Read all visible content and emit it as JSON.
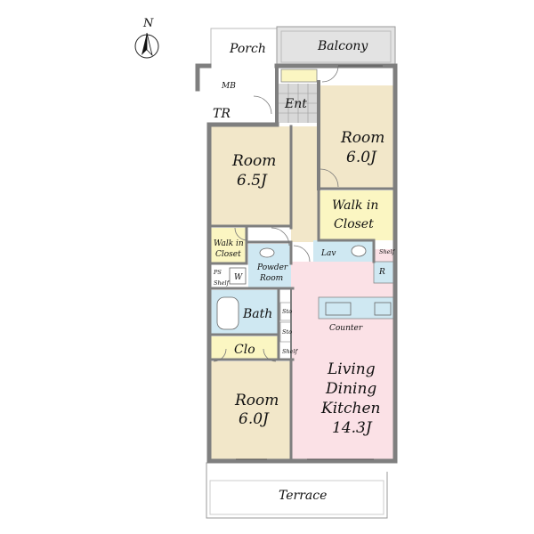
{
  "compass": {
    "letter": "N"
  },
  "labels": {
    "porch": "Porch",
    "balcony": "Balcony",
    "mb": "MB",
    "tr": "TR",
    "ent": "Ent",
    "room_ne": "Room",
    "room_ne_size": "6.0J",
    "room_w": "Room",
    "room_w_size": "6.5J",
    "wic_large_1": "Walk in",
    "wic_large_2": "Closet",
    "wic_small_1": "Walk in",
    "wic_small_2": "Closet",
    "lav": "Lav",
    "shelf_1": "Shelf",
    "r": "R",
    "powder_1": "Powder",
    "powder_2": "Room",
    "w": "W",
    "ps": "PS",
    "shelf_2": "Shelf",
    "bath": "Bath",
    "sto_1": "Sto",
    "sto_2": "Sto",
    "shelf_3": "Shelf",
    "counter": "Counter",
    "clo": "Clo",
    "room_sw": "Room",
    "room_sw_size": "6.0J",
    "ldk_1": "Living",
    "ldk_2": "Dining",
    "ldk_3": "Kitchen",
    "ldk_size": "14.3J",
    "terrace": "Terrace"
  },
  "colors": {
    "wall": "#7f7f7f",
    "room_beige": "#f2e7c9",
    "closet_yellow": "#fbf6c2",
    "wet_blue": "#cfe8f2",
    "ldk_pink": "#fbe1e6",
    "tile_gray": "#d8d8d8",
    "balcony_gray": "#e3e3e3"
  }
}
